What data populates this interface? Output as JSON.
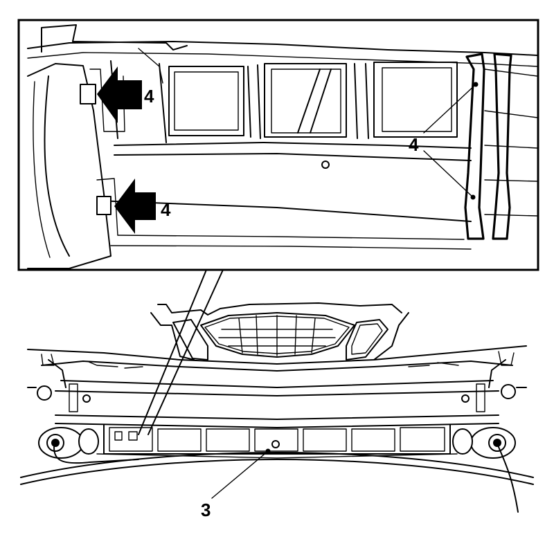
{
  "callouts": {
    "clip_arrow_upper": "4",
    "clip_arrow_lower": "4",
    "clip_right": "4",
    "bottom_center": "3"
  },
  "colors": {
    "ink": "#000000",
    "paper": "#ffffff"
  }
}
